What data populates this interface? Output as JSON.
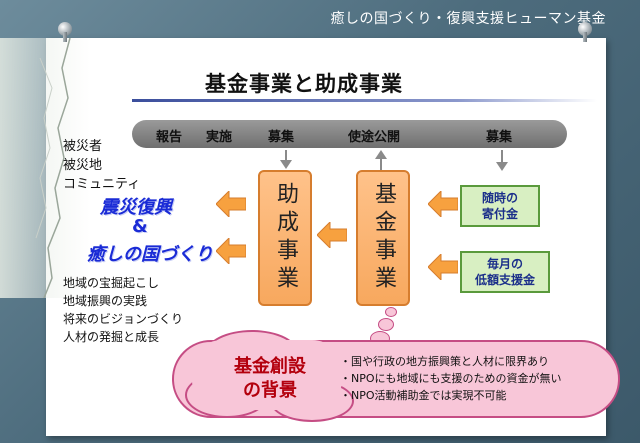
{
  "header": {
    "title": "癒しの国づくり・復興支援ヒューマン基金"
  },
  "slide": {
    "title": "基金事業と助成事業",
    "top_bar": {
      "report": "報告",
      "execute": "実施",
      "recruit_left": "募集",
      "use_disclosure": "使途公開",
      "recruit_right": "募集"
    },
    "left_labels": [
      "被災者",
      "被災地",
      "コミュニティ"
    ],
    "reconstruction": "震災復興",
    "ampersand": "&",
    "healing_nation": "癒しの国づくり",
    "activities": [
      "地域の宝掘起こし",
      "地域振興の実践",
      "将来のビジョンづくり",
      "人材の発掘と成長"
    ],
    "grant_box": "助成事業",
    "fund_box": "基金事業",
    "donation_sources": [
      {
        "lines": [
          "随時の",
          "寄付金"
        ]
      },
      {
        "lines": [
          "毎月の",
          "低額支援金"
        ]
      }
    ],
    "background": {
      "title_line1": "基金創設",
      "title_line2": "の背景",
      "reasons": [
        "・国や行政の地方振興策と人材に限界あり",
        "・NPOにも地域にも支援のための資金が無い",
        "・NPO活動補助金では実現不可能"
      ]
    }
  },
  "colors": {
    "accent_blue": "#1a2bd6",
    "orange_fill": "#f7a85e",
    "green_fill": "#d8efc2",
    "cloud_fill": "#f8c6d8",
    "cloud_title": "#b3000d"
  }
}
